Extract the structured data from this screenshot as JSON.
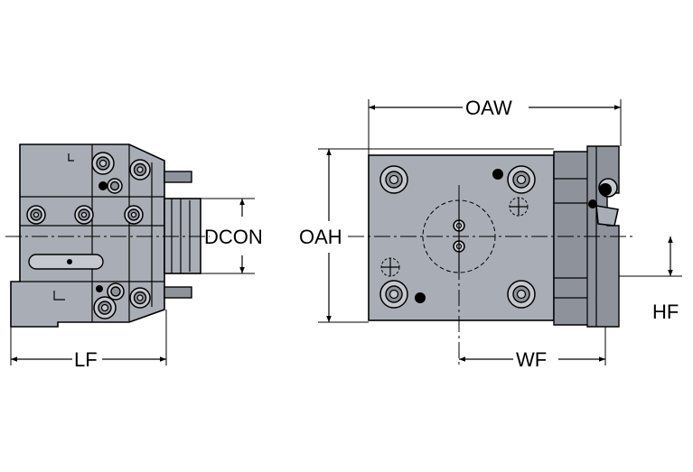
{
  "dimensions": {
    "dcon": "DCON",
    "oah": "OAH",
    "oaw": "OAW",
    "lf": "LF",
    "wf": "WF",
    "hf": "HF"
  },
  "colors": {
    "body": "#a9aeb6",
    "body_dark": "#8e939b",
    "screw": "#c5c9cf",
    "line": "#000000",
    "background": "#ffffff"
  }
}
